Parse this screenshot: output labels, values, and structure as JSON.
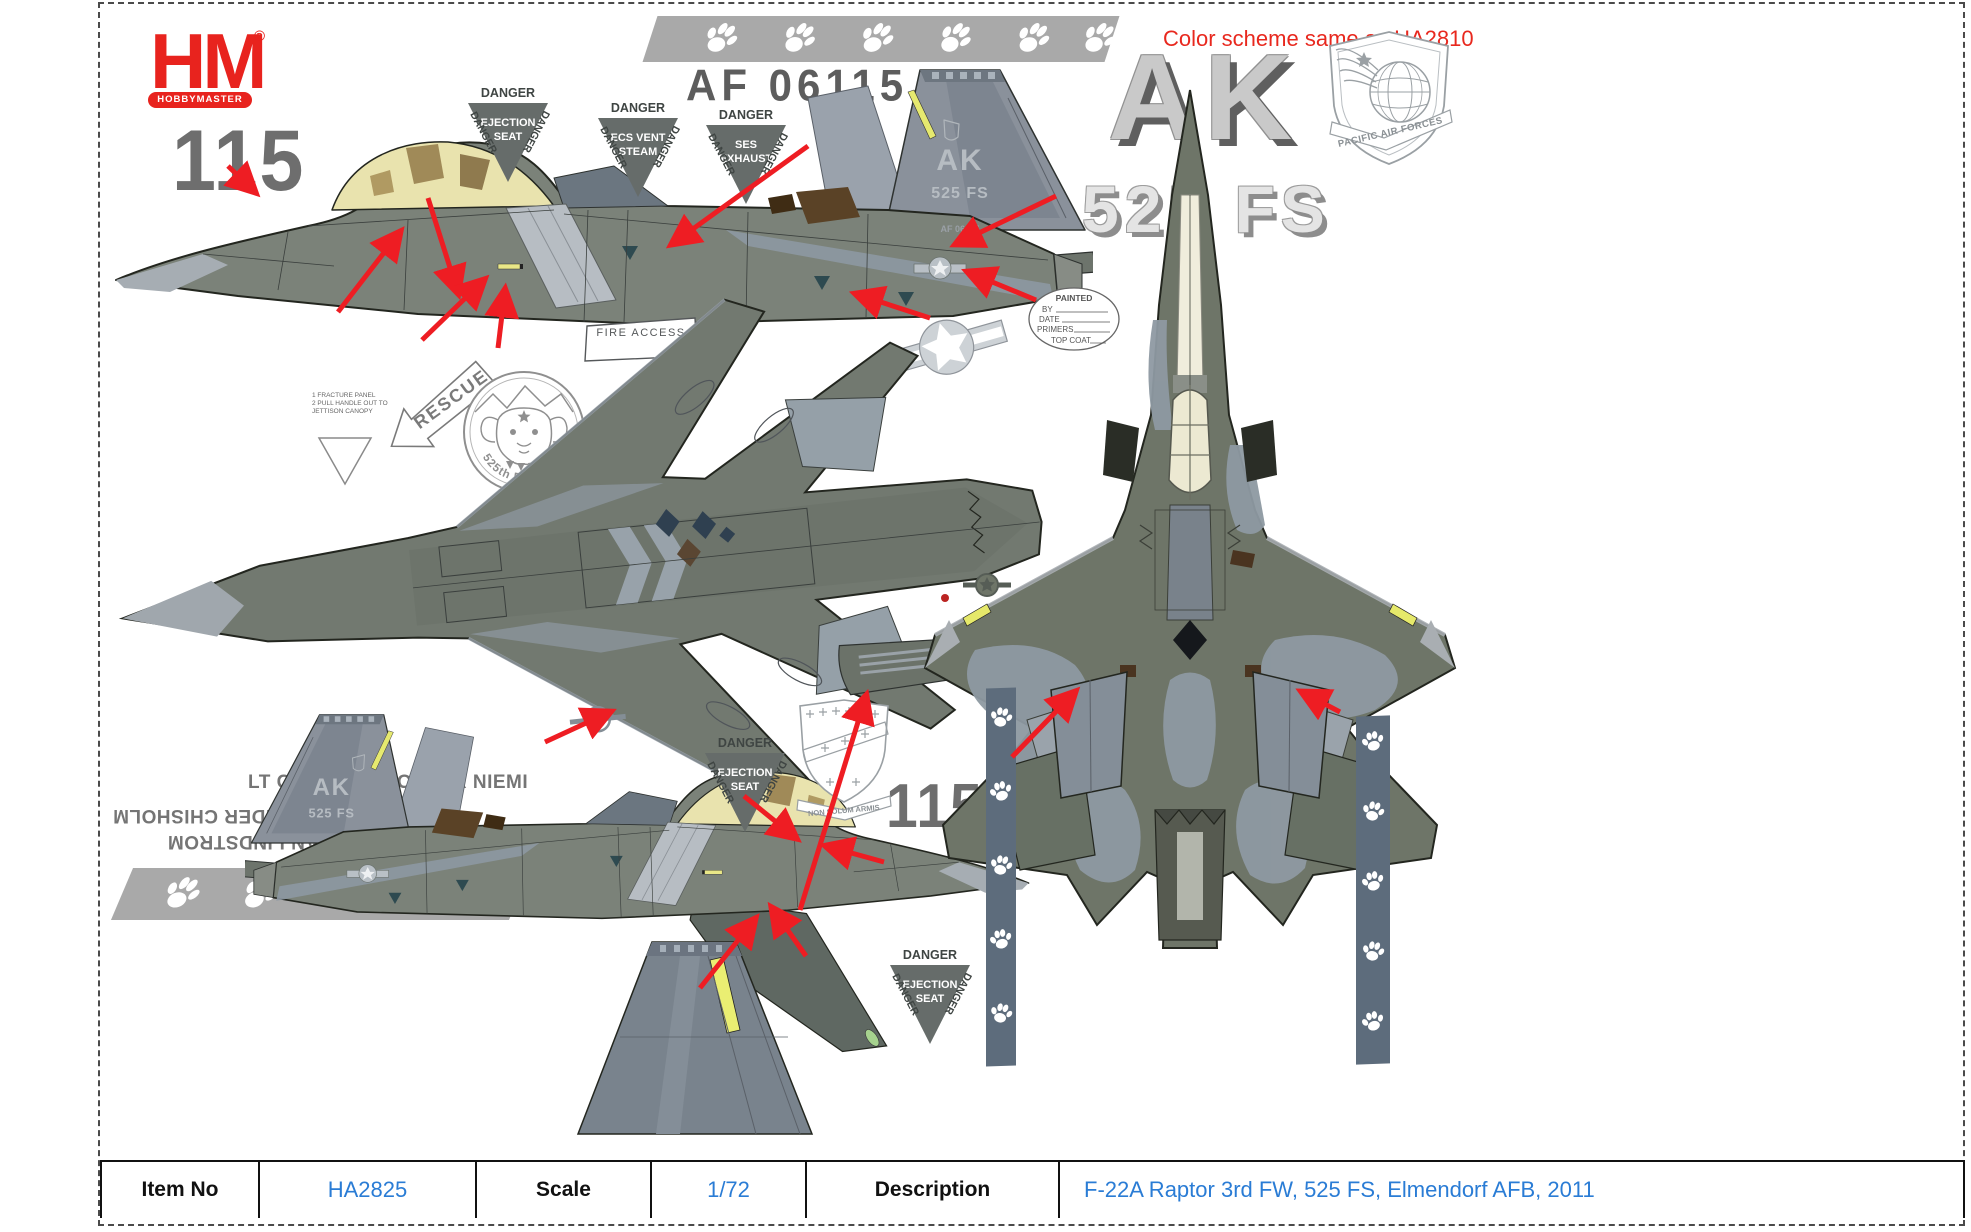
{
  "page": {
    "color_note": "Color scheme same as HA2810",
    "serial": "AF 06115",
    "nose_number": "115",
    "tail_code": "AK",
    "squadron_code": "525 FS"
  },
  "logo": {
    "monogram": "HM",
    "brand": "HOBBYMASTER",
    "registered": "®"
  },
  "danger": {
    "word": "DANGER",
    "ejection": {
      "line1": "EJECTION",
      "line2": "SEAT"
    },
    "ecs": {
      "line1": "ECS VENT",
      "line2": "STEAM"
    },
    "ses": {
      "line1": "SES",
      "line2": "EXHAUST"
    }
  },
  "stencils": {
    "fire_access": "FIRE ACCESS",
    "rescue": "RESCUE",
    "rescue_note": "1 FRACTURE PANEL\n2 PULL HANDLE OUT TO\nJETTISON CANOPY",
    "painted": "PAINTED",
    "painted_by": "BY",
    "painted_date": "DATE",
    "painted_primers": "PRIMERS",
    "painted_topcoat": "TOP COAT"
  },
  "badges": {
    "pacaf": "PACIFIC AIR FORCES",
    "fighter_sq": "525th FIGHTER SQ",
    "wing_motto": "NON SOLUM ARMIS"
  },
  "crew": {
    "pilot": "LT COL CHRISTOPHER NIEMI",
    "crew_chief_2": "ADCC A1C ALEXANDER CHISHOLM",
    "crew_chief_1": "DCC SSGT RYAN LINDSTROM"
  },
  "footer": {
    "item_no_label": "Item No",
    "item_no": "HA2825",
    "scale_label": "Scale",
    "scale": "1/72",
    "description_label": "Description",
    "description": "F-22A Raptor 3rd FW, 525 FS, Elmendorf AFB, 2011"
  },
  "colors": {
    "brand_red": "#e8231e",
    "accent_red": "#ee1d23",
    "link_blue": "#2a7cd5",
    "airframe_gray": "#7b8279",
    "camo_base": "#6e7568",
    "camo_patch": "#8e99a2",
    "roundel_navy": "#35446a",
    "decal_gray": "#a9a9a9"
  }
}
